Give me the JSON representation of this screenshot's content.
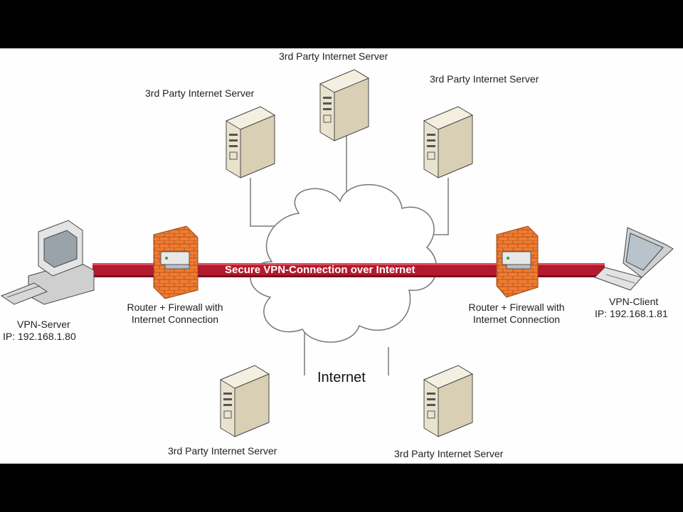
{
  "diagram": {
    "tunnel_label": "Secure VPN-Connection over Internet",
    "cloud_label": "Internet",
    "vpn_server": {
      "name": "VPN-Server",
      "ip": "IP: 192.168.1.80"
    },
    "vpn_client": {
      "name": "VPN-Client",
      "ip": "IP: 192.168.1.81"
    },
    "router_left": {
      "line1": "Router + Firewall with",
      "line2": "Internet Connection"
    },
    "router_right": {
      "line1": "Router + Firewall with",
      "line2": "Internet Connection"
    },
    "servers": [
      {
        "label": "3rd Party Internet Server"
      },
      {
        "label": "3rd Party Internet Server"
      },
      {
        "label": "3rd Party Internet Server"
      },
      {
        "label": "3rd Party Internet Server"
      },
      {
        "label": "3rd Party Internet Server"
      }
    ]
  },
  "colors": {
    "tunnel": "#b31a2e",
    "firewall": "#ee7c32",
    "server_body": "#e9e2cd",
    "connector": "#7a7a7a",
    "cloud_stroke": "#777777",
    "background": "#ffffff",
    "frame": "#000000"
  }
}
